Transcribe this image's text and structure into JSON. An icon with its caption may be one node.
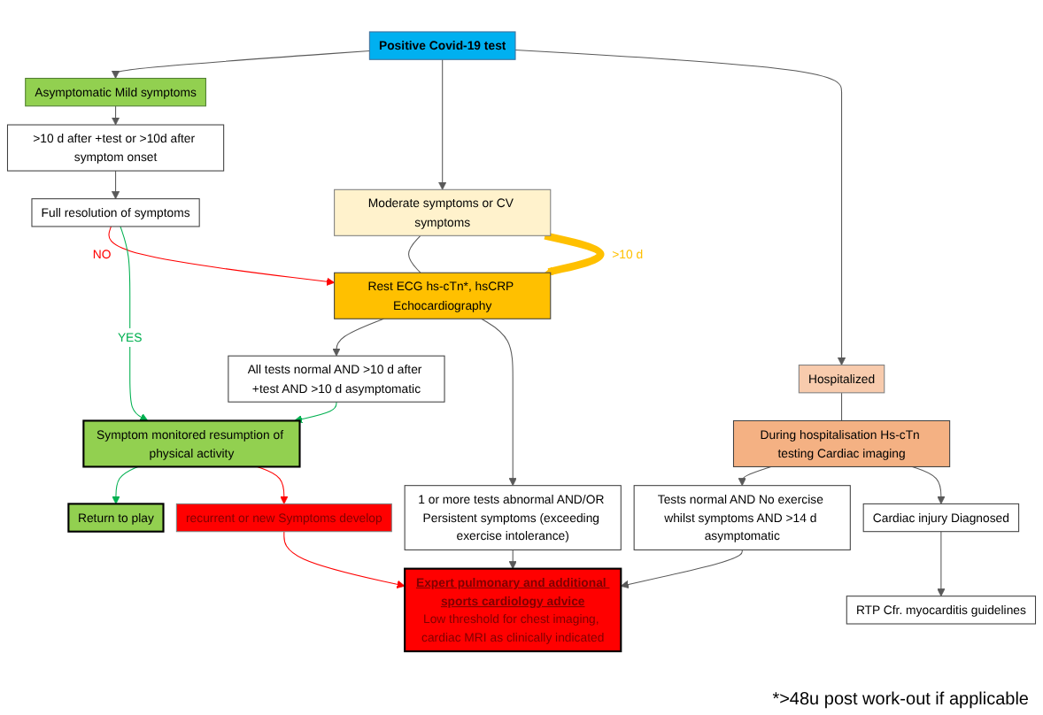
{
  "diagram": {
    "nodes": [
      {
        "text": [
          "Positive Covid-19 test"
        ]
      },
      {
        "text": [
          "Asymptomatic Mild symptoms"
        ]
      },
      {
        "text": [
          "Moderate symptoms or CV symptoms"
        ]
      },
      {
        "text": [
          "Hospitalized"
        ]
      },
      {
        "text": [
          ">10 d after +test or >10d after symptom onset"
        ]
      },
      {
        "text": [
          "Full resolution of symptoms"
        ]
      },
      {
        "text": [
          "Rest ECG hs-cTn*, hsCRP Echocardiography"
        ]
      },
      {
        "text": [
          "All tests normal AND >10 d after +test AND >10 d asymptomatic"
        ]
      },
      {
        "text": [
          "1 or more tests abnormal AND/OR Persistent symptoms (exceeding exercise intolerance)"
        ]
      },
      {
        "text": [
          "During hospitalisation Hs-cTn testing Cardiac imaging"
        ]
      },
      {
        "text": [
          "Tests normal AND No exercise whilst symptoms AND >14 d asymptomatic"
        ]
      },
      {
        "text": [
          "Cardiac injury Diagnosed"
        ]
      },
      {
        "text": [
          "RTP Cfr. myocarditis guidelines"
        ]
      },
      {
        "text": [
          "Symptom monitored resumption of physical activity"
        ]
      },
      {
        "text": [
          "Expert pulmonary and additional sports cardiology advice",
          "Low threshold for chest imaging, cardiac MRI as clinically indicated"
        ]
      },
      {
        "text": [
          "recurrent or new Symptoms develop"
        ]
      },
      {
        "text": [
          "Return to play"
        ]
      }
    ],
    "edges": [
      {
        "from": 0,
        "to": 1,
        "arrow": "to"
      },
      {
        "from": 0,
        "to": 2,
        "arrow": "to"
      },
      {
        "from": 0,
        "to": 3,
        "arrow": "to"
      },
      {
        "from": 1,
        "to": 4,
        "arrow": "to"
      },
      {
        "from": 4,
        "to": 5,
        "arrow": "to"
      },
      {
        "from": 5,
        "to": 6,
        "arrow": "to",
        "label": "NO",
        "color": "#ff0000"
      },
      {
        "from": 2,
        "to": 6,
        "arrow": "none"
      },
      {
        "from": 2,
        "to": 6,
        "arrow": "to",
        "label": ">10 d",
        "style": "thick",
        "color": "#ffc000"
      },
      {
        "from": 6,
        "to": 7,
        "arrow": "to"
      },
      {
        "from": 6,
        "to": 8,
        "arrow": "to"
      },
      {
        "from": 3,
        "to": 9,
        "arrow": "none"
      },
      {
        "from": 9,
        "to": 10,
        "arrow": "to"
      },
      {
        "from": 9,
        "to": 11,
        "arrow": "to"
      },
      {
        "from": 11,
        "to": 12,
        "arrow": "to"
      },
      {
        "from": 5,
        "to": 13,
        "arrow": "to",
        "label": "YES",
        "color": "#00b050"
      },
      {
        "from": 7,
        "to": 13,
        "arrow": "to",
        "color": "#00b050"
      },
      {
        "from": 8,
        "to": 14,
        "arrow": "to"
      },
      {
        "from": 10,
        "to": 14,
        "arrow": "to"
      },
      {
        "from": 13,
        "to": 16,
        "arrow": "to",
        "color": "#00b050"
      },
      {
        "from": 13,
        "to": 15,
        "arrow": "to",
        "color": "#ff0000"
      },
      {
        "from": 15,
        "to": 14,
        "arrow": "to",
        "color": "#ff0000"
      }
    ],
    "labels": [
      "*>48u post work-out if applicable"
    ]
  }
}
